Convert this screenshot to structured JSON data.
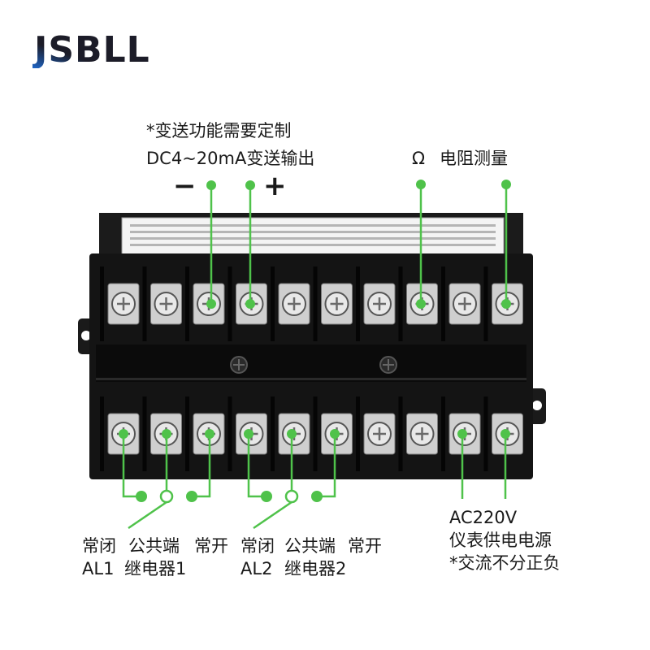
{
  "brand": {
    "name": "JSBLL"
  },
  "top_labels": {
    "transmit_custom": "*变送功能需要定制",
    "transmit_output": "DC4~20mA变送输出",
    "minus": "−",
    "plus": "+",
    "ohm": "Ω",
    "resistance": "电阻测量"
  },
  "relay_labels": {
    "nc_1": "常闭",
    "com_1": "公共端",
    "no_1": "常开",
    "al1": "AL1",
    "relay1": "继电器1",
    "nc_2": "常闭",
    "com_2": "公共端",
    "no_2": "常开",
    "al2": "AL2",
    "relay2": "继电器2"
  },
  "power_labels": {
    "voltage": "AC220V",
    "supply": "仪表供电电源",
    "note": "*交流不分正负"
  },
  "colors": {
    "accent_green": "#4fc24a",
    "housing": "#141414",
    "logo_text": "#1c1c28",
    "logo_accent": "#1f6ed8"
  }
}
